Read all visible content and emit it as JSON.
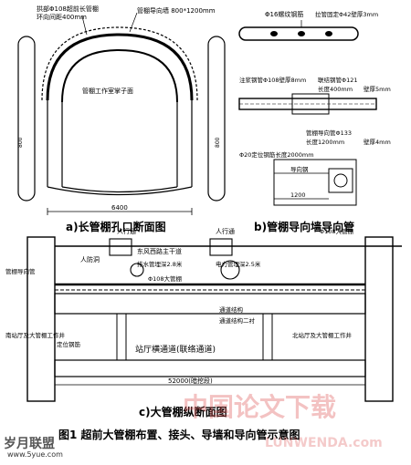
{
  "a": {
    "caption": "a)长管棚孔口断面图",
    "label_pipe_top1": "拱部Φ108超前长管棚",
    "label_pipe_top2": "环向间距400mm",
    "label_guide_wall": "管棚导向墙 800*1200mm",
    "label_face": "管棚工作室掌子面",
    "dim_left": "800",
    "dim_right": "800",
    "dim_bottom": "6400"
  },
  "b": {
    "caption": "b)管棚导向墙导向管",
    "label_rebar": "Φ16螺纹钢筋",
    "label_steel": "拉管固定Φ42壁厚3mm",
    "label_grout": "注浆钢管Φ108壁厚8mm",
    "label_joint1": "联结钢管Φ121",
    "label_joint2": "长度400mm",
    "label_wall1": "壁厚5mm",
    "label_guide_tube1": "管棚导向管Φ133",
    "label_guide_tube2": "长度1200mm",
    "label_wall2": "壁厚4mm",
    "label_locate": "Φ20定位钢筋长度2000mm",
    "label_orient": "导向钢",
    "dim_width": "1200"
  },
  "c": {
    "caption": "c)大管棚纵断面图",
    "label_passage": "人行通",
    "label_ped": "人防洞",
    "label_road": "东风西路主干道",
    "label_drain": "排水管埋深2.8米",
    "label_elec": "电力管埋深2.5米",
    "label_passage2": "人行通",
    "label_pipe108a": "Φ108大管棚",
    "label_pipe108b": "Φ108大管棚",
    "label_guide": "管棚导向管",
    "label_south": "南站厅及大管棚工作井",
    "label_north": "北站厅及大管棚工作井",
    "label_location": "定位钢筋",
    "label_channel1": "通道结构",
    "label_channel2": "通道结构二衬",
    "label_hall": "站厅横通道(联络通道)",
    "dim_len": "52000(暗挖段)"
  },
  "figure_caption": "图1  超前大管棚布置、接头、导墙和导向管示意图",
  "watermark_left": "岁月联盟",
  "watermark_url": "www.5yue.com",
  "watermark_right": "中国论文下载",
  "watermark_right_url": "LUNWENDA.com"
}
